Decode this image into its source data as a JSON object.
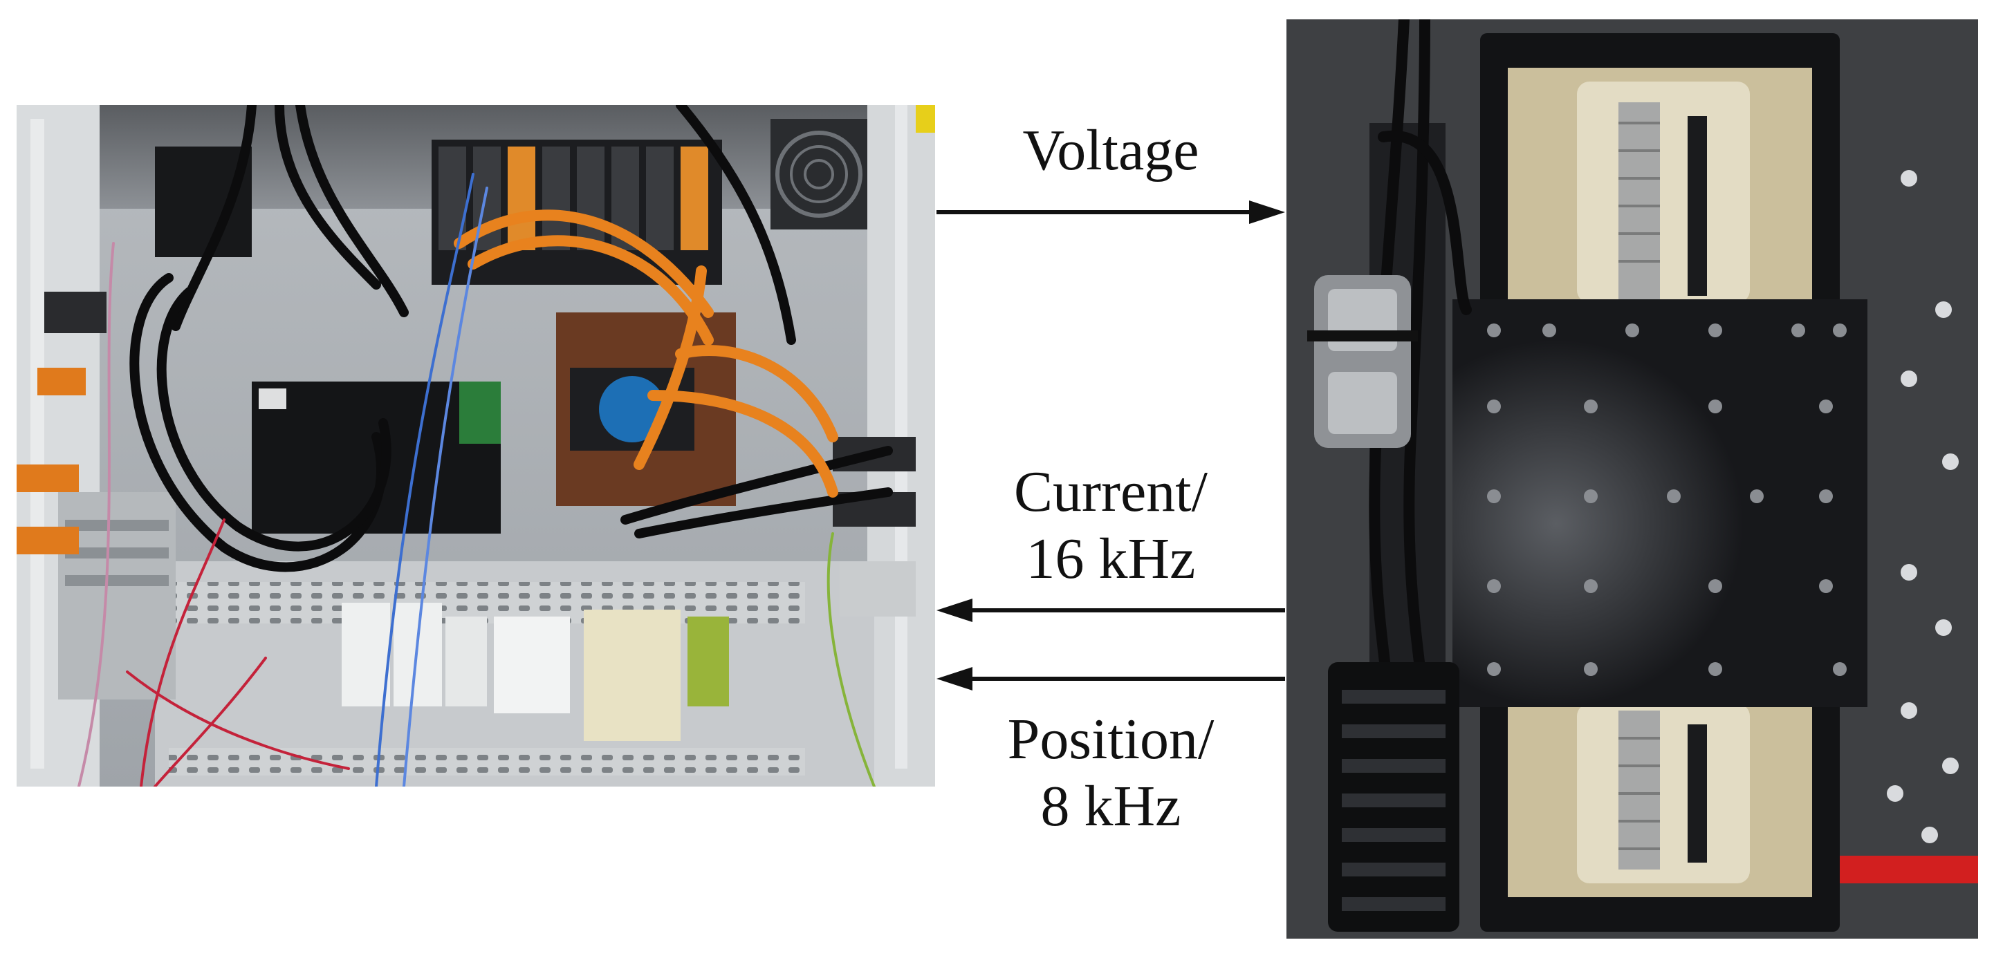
{
  "labels": {
    "voltage": "Voltage",
    "current_line1": "Current/",
    "current_line2": "16 kHz",
    "position_line1": "Position/",
    "position_line2": "8 kHz"
  },
  "colors": {
    "arrow": "#111111",
    "cable_orange": "#e8821e",
    "cabinet_grey": "#c9ccce",
    "stage_black": "#121315",
    "stage_bed": "#cbbf9c",
    "table_grey": "#3e4043"
  }
}
